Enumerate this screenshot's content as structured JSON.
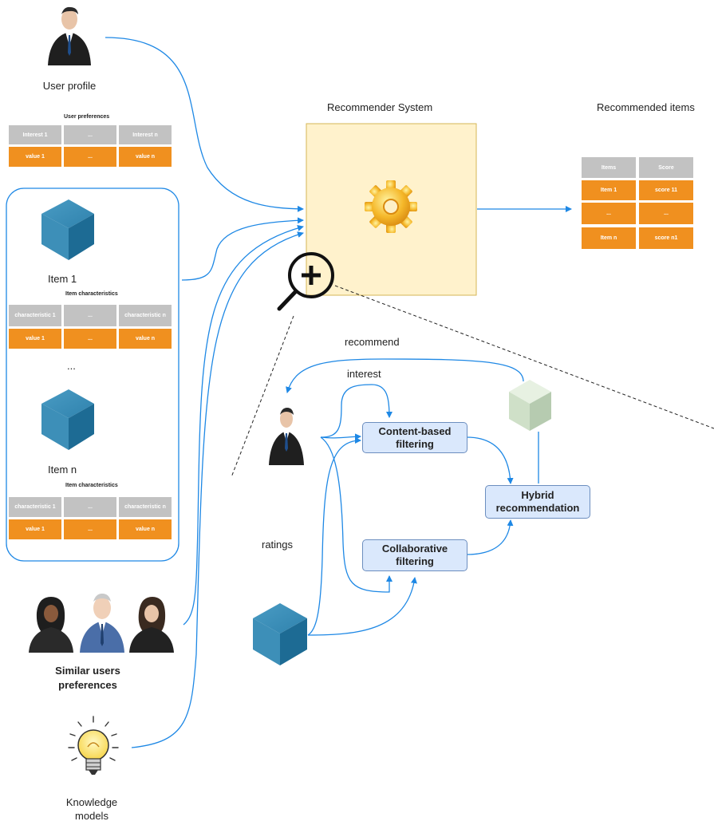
{
  "labels": {
    "user_profile": "User profile",
    "recommender_system": "Recommender System",
    "recommended_items": "Recommended items",
    "item_1": "Item 1",
    "item_n": "Item n",
    "ellipsis": "...",
    "similar_users_line1": "Similar users",
    "similar_users_line2": "preferences",
    "knowledge_line1": "Knowledge",
    "knowledge_line2": "models",
    "recommend": "recommend",
    "interest": "interest",
    "ratings": "ratings"
  },
  "user_preferences": {
    "title": "User preferences",
    "header": [
      "Interest 1",
      "...",
      "Interest n"
    ],
    "values": [
      "value 1",
      "...",
      "value n"
    ]
  },
  "item1_characteristics": {
    "title": "Item characteristics",
    "header": [
      "characteristic 1",
      "...",
      "characteristic n"
    ],
    "values": [
      "value 1",
      "...",
      "value n"
    ]
  },
  "itemn_characteristics": {
    "title": "Item characteristics",
    "header": [
      "characteristic 1",
      "...",
      "characteristic n"
    ],
    "values": [
      "value 1",
      "...",
      "value n"
    ]
  },
  "recommended_table": {
    "header": [
      "Items",
      "Score"
    ],
    "rows": [
      [
        "Item 1",
        "score 11"
      ],
      [
        "...",
        "..."
      ],
      [
        "Item n",
        "score n1"
      ]
    ]
  },
  "zoom": {
    "content_based_line1": "Content-based",
    "content_based_line2": "filtering",
    "collaborative_line1": "Collaborative",
    "collaborative_line2": "filtering",
    "hybrid_line1": "Hybrid",
    "hybrid_line2": "recommendation"
  },
  "colors": {
    "edge_blue": "#1e88e5",
    "table_grey": "#c2c2c2",
    "table_orange": "#f0901f",
    "cube_blue": "#1d6b94",
    "node_fill": "#dae8fc",
    "recommender_fill": "#fff2cc",
    "recommender_border": "#d6b656"
  }
}
